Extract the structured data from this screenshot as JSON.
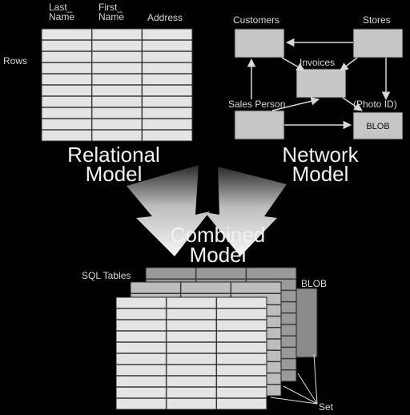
{
  "relational": {
    "columns": [
      "Last_\nName",
      "First_\nName",
      "Address"
    ],
    "rows_label": "Rows",
    "title_line1": "Relational",
    "title_line2": "Model"
  },
  "network": {
    "customers": "Customers",
    "stores": "Stores",
    "invoices": "Invoices",
    "sales_person": "Sales Person",
    "photo_id": "(Photo ID)",
    "blob_box": "BLOB",
    "title_line1": "Network",
    "title_line2": "Model"
  },
  "combined": {
    "title_line1": "Combined",
    "title_line2": "Model",
    "sql_tables": "SQL Tables",
    "blobs": "BLOB",
    "set": "Set"
  },
  "colors": {
    "background": "#000000",
    "table_cell": "#e4e4e4",
    "mid_table": "#bdbdbd",
    "back_table": "#9a9a9a",
    "node_fill": "#c6c6c6",
    "funnel": "#efefef"
  }
}
